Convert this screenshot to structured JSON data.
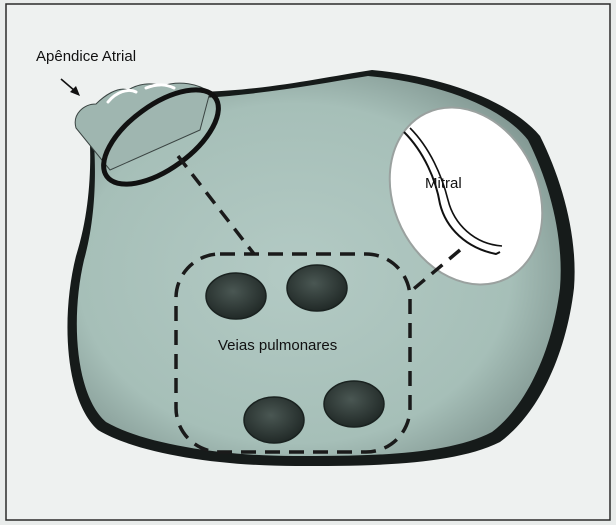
{
  "labels": {
    "atrial_appendage": "Apêndice Atrial",
    "mitral": "Mitral",
    "pulmonary_veins": "Veias pulmonares"
  },
  "colors": {
    "page_background": "#e9eceb",
    "frame": "#2b2b2b",
    "atrium_body": "#a8c0ba",
    "atrium_shadow": "#1d2321",
    "vein_ostium": "#2f3a37",
    "mitral_valve": "#ffffff",
    "dashed_lines": "#1a1a1a"
  },
  "icons": {
    "pointer": "arrow-down-right-icon"
  }
}
